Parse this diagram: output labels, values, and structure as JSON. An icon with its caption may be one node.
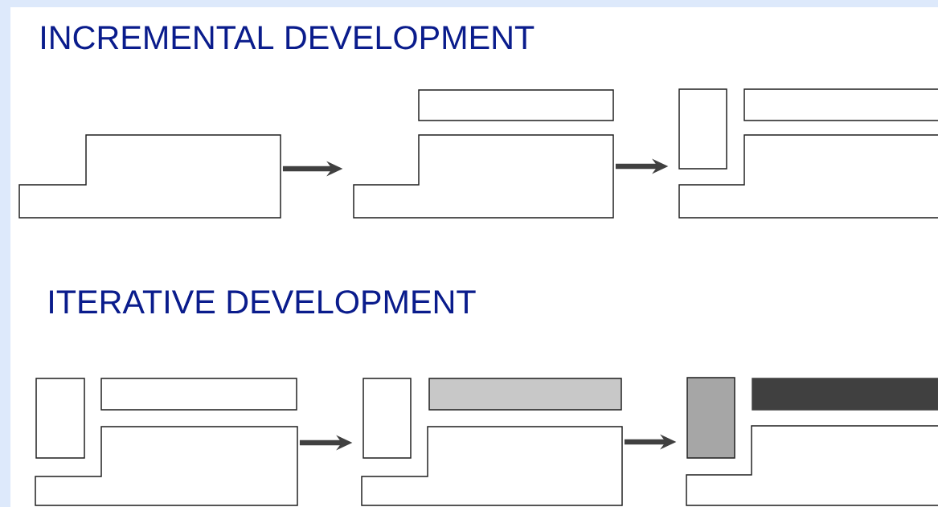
{
  "diagram": {
    "nodes": [
      {
        "text": [],
        "shape": "polygon"
      },
      {
        "text": [],
        "shape": "box"
      },
      {
        "text": [],
        "shape": "polygon"
      },
      {
        "text": [],
        "shape": "box"
      },
      {
        "text": [],
        "shape": "box"
      },
      {
        "text": [],
        "shape": "polygon"
      },
      {
        "text": [],
        "shape": "box"
      },
      {
        "text": [],
        "shape": "box"
      },
      {
        "text": [],
        "shape": "polygon"
      },
      {
        "text": [],
        "shape": "box"
      },
      {
        "text": [],
        "shape": "box"
      },
      {
        "text": [],
        "shape": "polygon"
      },
      {
        "text": [],
        "shape": "box"
      },
      {
        "text": [],
        "shape": "box"
      },
      {
        "text": [],
        "shape": "polygon"
      }
    ],
    "edges": [
      {
        "from": 0,
        "to": 2,
        "arrow": "to"
      },
      {
        "from": 2,
        "to": 3,
        "arrow": "to"
      },
      {
        "from": 8,
        "to": 9,
        "arrow": "to"
      },
      {
        "from": 11,
        "to": 12,
        "arrow": "to"
      }
    ],
    "labels": [
      "INCREMENTAL DEVELOPMENT",
      "ITERATIVE DEVELOPMENT"
    ]
  }
}
